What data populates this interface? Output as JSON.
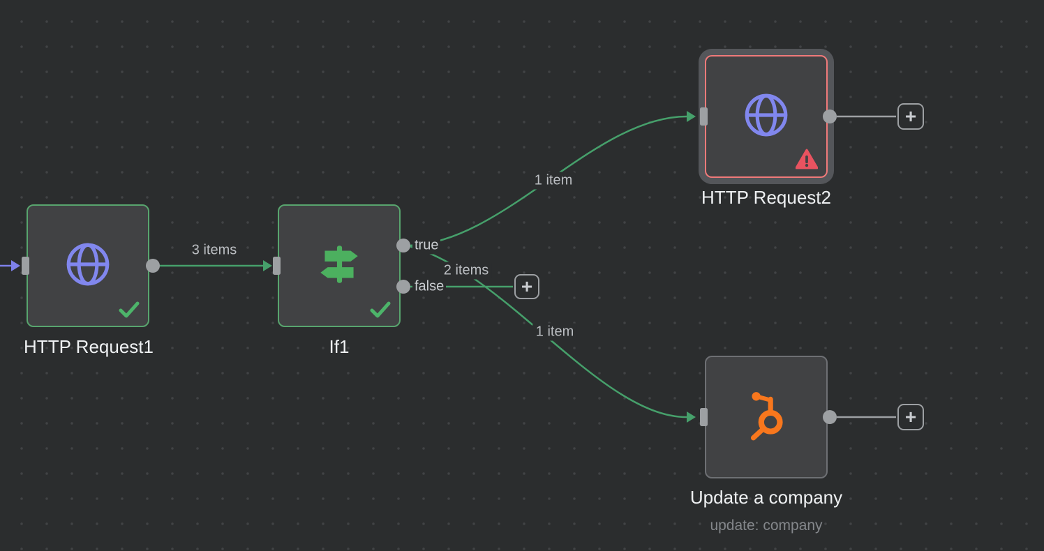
{
  "workflow": {
    "nodes": {
      "http1": {
        "label": "HTTP Request1",
        "status": "success",
        "icon": "globe-icon"
      },
      "if1": {
        "label": "If1",
        "status": "success",
        "icon": "signpost-icon",
        "output_true": "true",
        "output_false": "false"
      },
      "http2": {
        "label": "HTTP Request2",
        "status": "error",
        "icon": "globe-icon"
      },
      "hubspot": {
        "label": "Update a company",
        "sublabel": "update: company",
        "icon": "hubspot-icon"
      }
    },
    "connections": {
      "http1_to_if1": {
        "label": "3 items"
      },
      "if1_true_to_http2": {
        "label": "1 item"
      },
      "if1_true_to_hubspot": {
        "label": "1 item"
      },
      "if1_false_to_plus": {
        "label": "2 items"
      }
    },
    "plus_button": "+",
    "colors": {
      "success_border": "#58a56e",
      "error_border": "#f07a7a",
      "default_border": "#6e7074",
      "connection_green": "#46a06b",
      "connector_gray": "#9da0a3",
      "http_icon_purple": "#8187ee",
      "if_icon_green": "#4cb05f",
      "hubspot_orange": "#f8771d",
      "canvas_bg": "#2b2d2e"
    }
  }
}
